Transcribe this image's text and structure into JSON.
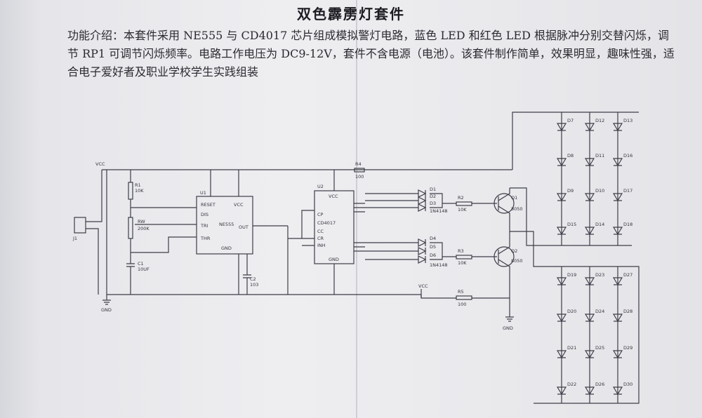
{
  "document": {
    "title": "双色霹雳灯套件",
    "intro_label": "功能介绍：",
    "intro_text": "本套件采用 NE555 与 CD4017 芯片组成模拟警灯电路，蓝色 LED 和红色 LED 根据脉冲分别交替闪烁，调节 RP1 可调节闪烁频率。电路工作电压为 DC9-12V，套件不含电源（电池）。该套件制作简单，效果明显，趣味性强，适合电子爱好者及职业学校学生实践组装"
  },
  "schematic": {
    "vcc_label": "VCC",
    "gnd_label": "GND",
    "connector": "J1",
    "r1": {
      "ref": "R1",
      "value": "10K"
    },
    "rp1": {
      "ref": "RW",
      "value": "200K"
    },
    "c1": {
      "ref": "C1",
      "value": "10UF"
    },
    "c2": {
      "ref": "C2",
      "value": "103"
    },
    "r4": {
      "ref": "R4",
      "value": "100"
    },
    "ne555": {
      "ref": "U1",
      "name": "NE555",
      "pin_reset": "RESET",
      "pin_vcc": "VCC",
      "pin_dis": "DIS",
      "pin_tri": "TRI",
      "pin_thr": "THR",
      "pin_out": "OUT",
      "pin_gnd": "GND"
    },
    "cd4017": {
      "ref": "U2",
      "name": "CD4017",
      "pin_vcc": "VCC",
      "pin_cp": "CP",
      "pin_cc": "CC",
      "pin_cr": "CR",
      "pin_inh": "INH",
      "pin_gnd": "GND"
    },
    "diodes_top": [
      "D1",
      "D2",
      "D3"
    ],
    "diodes_bottom": [
      "D4",
      "D5",
      "D6"
    ],
    "diode_part": "1N4148",
    "r2": {
      "ref": "R2",
      "value": "10K"
    },
    "r3": {
      "ref": "R3",
      "value": "10K"
    },
    "r5": {
      "ref": "R5",
      "value": "100"
    },
    "q1": {
      "ref": "Q1",
      "part": "8050"
    },
    "q2": {
      "ref": "Q2",
      "part": "8050"
    },
    "led_top": [
      "D7",
      "D12",
      "D13",
      "D8",
      "D11",
      "D16",
      "D9",
      "D10",
      "D17",
      "D15",
      "D14",
      "D18"
    ],
    "led_bottom": [
      "D19",
      "D23",
      "D27",
      "D20",
      "D24",
      "D28",
      "D21",
      "D25",
      "D29",
      "D22",
      "D26",
      "D30"
    ]
  }
}
